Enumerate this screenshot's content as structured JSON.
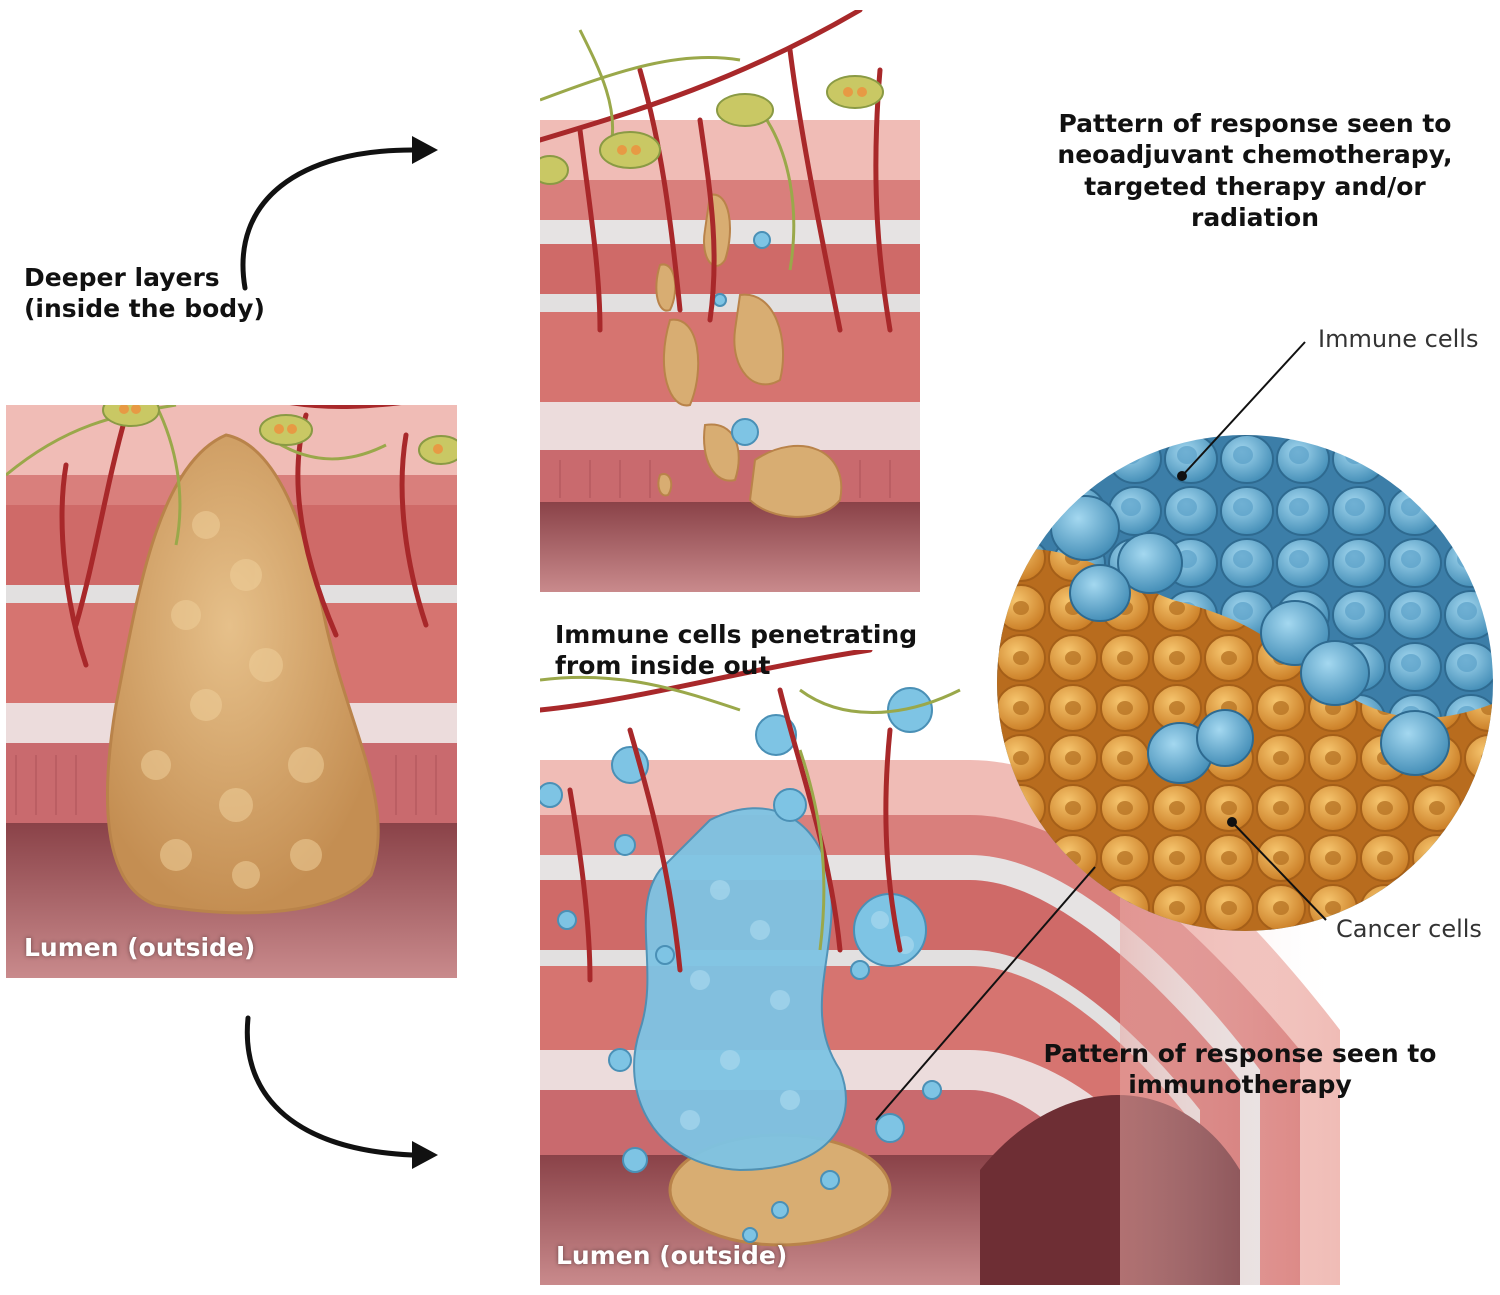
{
  "labels": {
    "deeper_layers": "Deeper layers\n(inside the body)",
    "lumen_left": "Lumen (outside)",
    "lumen_right": "Lumen (outside)",
    "chemo_pattern": "Pattern of response seen to neoadjuvant chemotherapy, targeted therapy and/or radiation",
    "immune_penetrating": "Immune cells penetrating\nfrom inside out",
    "immuno_pattern": "Pattern of response seen to\nimmunotherapy",
    "immune_cells": "Immune cells",
    "cancer_cells": "Cancer cells"
  },
  "colors": {
    "tissue_pink": "#e8a3a0",
    "muscle_red": "#c85a5a",
    "lumen_dark": "#7a3a3e",
    "tumor_tan": "#d8ad72",
    "immune_blue": "#6fb8d8",
    "cancer_orange": "#e7a24a",
    "vessel_red": "#a8282a",
    "nerve_green": "#9aa84a"
  }
}
